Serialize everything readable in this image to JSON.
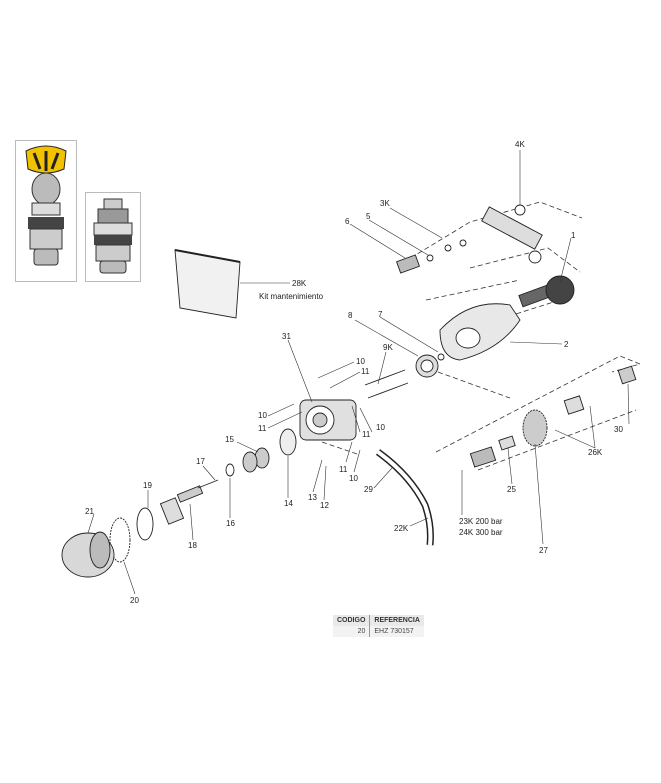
{
  "labels": {
    "l1": "1",
    "l2": "2",
    "l3k": "3K",
    "l4k": "4K",
    "l5": "5",
    "l6": "6",
    "l7": "7",
    "l8": "8",
    "l9k": "9K",
    "l10a": "10",
    "l10b": "10",
    "l10c": "10",
    "l10d": "10",
    "l11a": "11",
    "l11b": "11",
    "l11c": "11",
    "l11d": "11",
    "l12": "12",
    "l13": "13",
    "l14": "14",
    "l15": "15",
    "l16": "16",
    "l17": "17",
    "l18": "18",
    "l19": "19",
    "l20": "20",
    "l21": "21",
    "l22k": "22K",
    "l23k": "23K 200 bar",
    "l24k": "24K 300 bar",
    "l25": "25",
    "l26k": "26K",
    "l27": "27",
    "l28k": "28K",
    "l28k_sub": "Kit mantenimiento",
    "l29": "29",
    "l30": "30",
    "l31": "31"
  },
  "table": {
    "header": {
      "code": "CODIGO",
      "ref": "REFERENCIA"
    },
    "row": {
      "code": "20",
      "ref": "EHZ 730157"
    }
  },
  "colors": {
    "accent": "#f2c200",
    "metal": "#c8c8c8",
    "dark": "#333333"
  },
  "icons": {
    "thumb1": "regulator-first-stage-yoke-icon",
    "thumb2": "regulator-first-stage-din-icon"
  }
}
